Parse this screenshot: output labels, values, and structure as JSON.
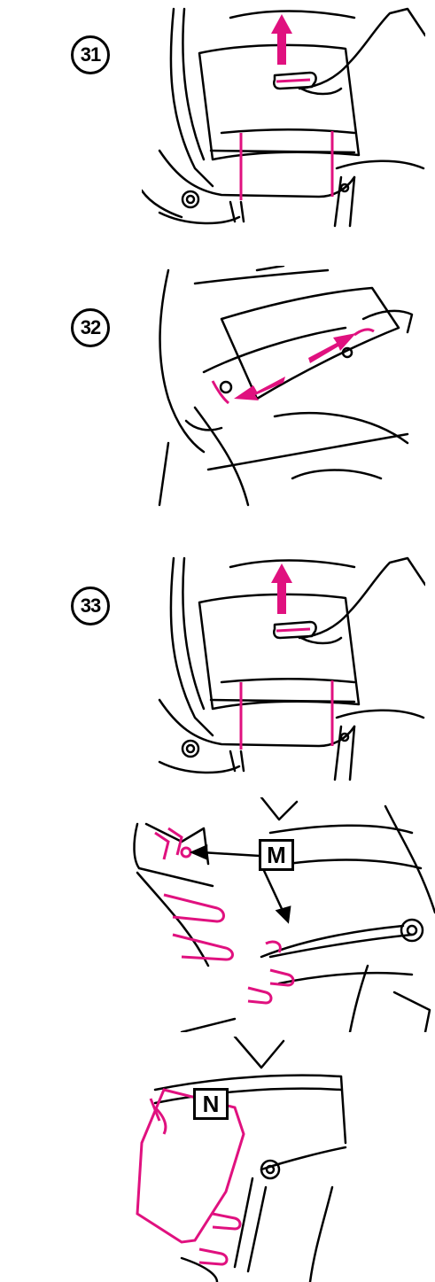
{
  "colors": {
    "ink": "#000000",
    "accent": "#e0117f",
    "paper": "#ffffff"
  },
  "steps": [
    {
      "number": "31",
      "action_icon": "arrow-up-icon"
    },
    {
      "number": "32",
      "action_icon": "arrows-inward-icon"
    },
    {
      "number": "33",
      "action_icon": "arrow-up-icon"
    }
  ],
  "detail_views": [
    {
      "label": "M"
    },
    {
      "label": "N"
    }
  ]
}
